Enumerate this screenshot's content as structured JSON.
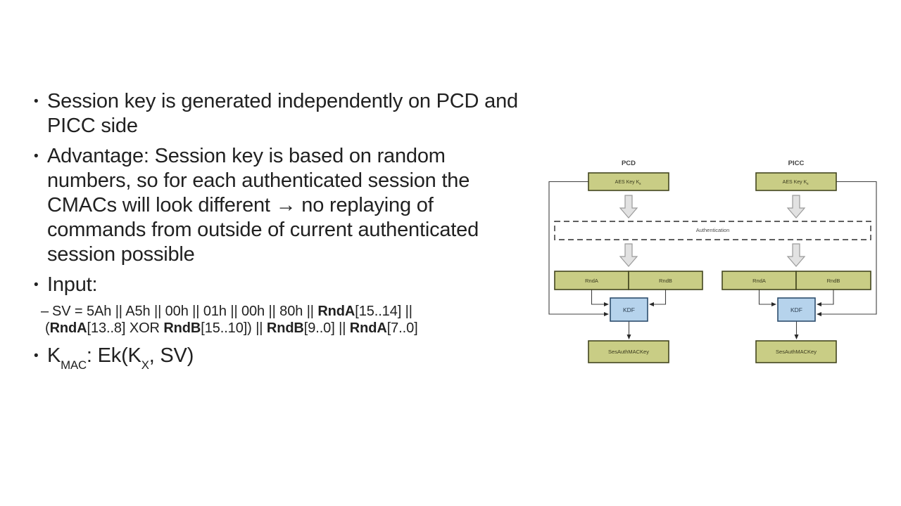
{
  "slide": {
    "bullet_char": "•",
    "dash_char": "–",
    "bullets": {
      "b1": {
        "line1": "Session key is generated independently on PCD and",
        "line2": "PICC side"
      },
      "b2": {
        "line1": "Advantage: Session key is based on random",
        "line2": "numbers, so for each authenticated session the",
        "line3": "CMACs will look different → no replaying of",
        "line4": "commands from outside of current authenticated",
        "line5": "session possible"
      },
      "b3": {
        "label": "Input:"
      },
      "sv": {
        "l1s1": "SV = 5Ah || A5h || 00h || 01h || 00h || 80h || ",
        "l1b1": "RndA",
        "l1s2": "[15..14] ||",
        "l2s1": "(",
        "l2b1": "RndA",
        "l2s2": "[13..8] XOR ",
        "l2b2": "RndB",
        "l2s3": "[15..10]) || ",
        "l2b3": "RndB",
        "l2s4": "[9..0] || ",
        "l2b4": "RndA",
        "l2s5": "[7..0]"
      },
      "kmac": {
        "k": "K",
        "sub": "MAC",
        "mid": ": Ek(K",
        "sub2": "X",
        "end": ", SV)"
      }
    }
  },
  "diagram": {
    "pcd_label": "PCD",
    "picc_label": "PICC",
    "aes_key_label": "AES Key K",
    "aes_key_sub": "x",
    "auth_label": "Authentication",
    "rnda_label": "RndA",
    "rndb_label": "RndB",
    "kdf_label": "KDF",
    "ses_key_label": "SesAuthMACKey",
    "colors": {
      "box_fill": "#c9cd85",
      "box_border": "#43461f",
      "kdf_fill": "#b6d3ec",
      "kdf_border": "#2d4d6d",
      "arrow_fill": "#e2e2e2",
      "arrow_border": "#9a9a9a",
      "connector_line": "#404040",
      "text": "#212121"
    }
  }
}
